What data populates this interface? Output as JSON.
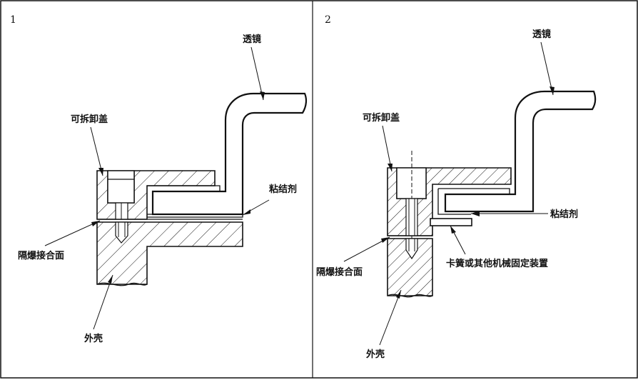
{
  "panels": [
    {
      "number": "1",
      "labels": {
        "lens": "透镜",
        "removable_cover": "可拆卸盖",
        "adhesive": "粘结剂",
        "flameproof_joint": "隔爆接合面",
        "enclosure": "外壳"
      }
    },
    {
      "number": "2",
      "labels": {
        "lens": "透镜",
        "removable_cover": "可拆卸盖",
        "adhesive": "粘结剂",
        "fixing_device": "卡簧或其他机械固定装置",
        "flameproof_joint": "隔爆接合面",
        "enclosure": "外壳"
      }
    }
  ]
}
